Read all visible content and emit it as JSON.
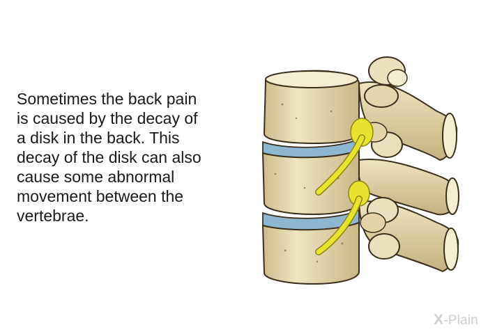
{
  "caption": {
    "lines": [
      "Sometimes the back pain",
      "is caused by the decay of",
      "a disk in the back. This",
      "decay of the disk can also",
      "cause some abnormal",
      "movement between the",
      "vertebrae."
    ]
  },
  "illustration": {
    "icon": "spine-vertebrae-illustration",
    "colors": {
      "bone": "#e8dcb4",
      "bone_shadow": "#b8a778",
      "bone_outline": "#3a2f1c",
      "disk": "#8fb6cf",
      "nerve": "#e7e22d"
    }
  },
  "logo": {
    "text_x": "X",
    "text_rest": "-Plain",
    "color": "#cfcfcf"
  }
}
